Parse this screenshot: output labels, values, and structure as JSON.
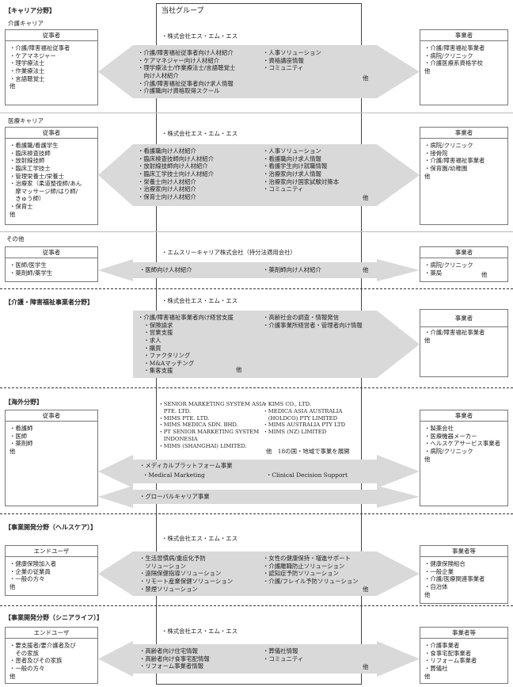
{
  "group_title": "当社グループ",
  "sections": [
    {
      "title": "【キャリア分野】",
      "sub": "介護キャリア",
      "company": "・株式会社エス・エム・エス",
      "left": {
        "head": "従事者",
        "items": [
          "・介護/障害福祉従事者",
          "・ケアマネジャー",
          "・理学療法士",
          "・作業療法士",
          "・言語聴覚士",
          "他"
        ]
      },
      "right": {
        "head": "事業者",
        "items": [
          "・介護/障害福祉事業者",
          "・病院/クリニック",
          "・介護医療系資格学校",
          "他"
        ]
      },
      "col1": [
        "・介護/障害福祉従事者向け人材紹介",
        "・ケアマネジャー向け人材紹介",
        "・理学療法士/作業療法士/言語聴覚士",
        "　向け人材紹介",
        "・介護/障害福祉従事者向け求人情報",
        "・介護職向け資格取得スクール"
      ],
      "col2": [
        "・人事ソリューション",
        "・資格講座情報",
        "・コミュニティ"
      ],
      "etc": "他"
    },
    {
      "sub": "医療キャリア",
      "company": "・株式会社エス・エム・エス",
      "left": {
        "head": "従事者",
        "items": [
          "・看護職/看護学生",
          "・臨床検査技師",
          "・放射線技師",
          "・臨床工学技士",
          "・管理栄養士/栄養士",
          "・治療家（柔道整復師/あん",
          "　摩マッサージ師/はり師/",
          "　きゅう師）",
          "・保育士",
          "他"
        ]
      },
      "right": {
        "head": "事業者",
        "items": [
          "・病院/クリニック",
          "・接骨院",
          "・介護/障害福祉事業者",
          "・保育園/幼稚園",
          "他"
        ]
      },
      "col1": [
        "・看護職向け人材紹介",
        "・臨床検査技師向け人材紹介",
        "・放射線技師向け人材紹介",
        "・臨床工学技士向け人材紹介",
        "・栄養士向け人材紹介",
        "・治療家向け人材紹介",
        "・保育士向け人材紹介"
      ],
      "col2": [
        "・人事ソリューション",
        "・看護職向け求人情報",
        "・看護学生向け就職情報",
        "・治療家向け求人情報",
        "・治療家向け国家試験対策本",
        "・コミュニティ"
      ],
      "etc": "他"
    },
    {
      "sub": "その他",
      "company": "・エムスリーキャリア株式会社（持分法適用会社）",
      "left": {
        "head": "従事者",
        "items": [
          "・医師/医学生",
          "・薬剤師/薬学生"
        ]
      },
      "right": {
        "head": "事業者",
        "items": [
          "・病院/クリニック",
          "・薬局"
        ],
        "etc": "他"
      },
      "col1": [
        "・医師向け人材紹介"
      ],
      "col2": [
        "・薬剤師向け人材紹介"
      ],
      "etc": "他"
    },
    {
      "title": "【介護・障害福祉事業者分野】",
      "company": "・株式会社エス・エム・エス",
      "right": {
        "head": "事業者",
        "items": [
          "・介護/障害福祉事業者",
          "他"
        ]
      },
      "col1": [
        "・介護/障害福祉事業者向け経営支援",
        "　・保険請求",
        "　・営業支援",
        "　・求人",
        "　・購買",
        "　・ファクタリング",
        "　・M&Aマッチング",
        "　・集客支援"
      ],
      "col2": [
        "・高齢社会の調査・情報発信",
        "・介護事業所経営者・管理者向け情報"
      ],
      "etc": "他"
    },
    {
      "title": "【海外分野】",
      "left": {
        "head": "従事者",
        "items": [
          "・看護師",
          "・医師",
          "・薬剤師",
          "他"
        ]
      },
      "right": {
        "head": "事業者",
        "items": [
          "・製薬会社",
          "・医療機器メーカー",
          "・ヘルスケアサービス事業者",
          "・病院/クリニック",
          "他"
        ]
      },
      "col1": [
        "・SENIOR MARKETING SYSTEM ASIA",
        "　PTE. LTD.",
        "・MIMS PTE. LTD.",
        "・MIMS MEDICA SDN. BHD.",
        "・PT SENIOR MARKETING SYSTEM",
        "　INDONESIA",
        "・MIMS (SHANGHAI) LIMITED."
      ],
      "col2": [
        "・KIMS CO., LTD.",
        "・MEDICA ASIA AUSTRALIA",
        "　(HOLDCO) PTY LIMITED",
        "・MIMS AUSTRALIA PTY LTD",
        "・MIMS (NZ) LIMITED"
      ],
      "col2_extra": "他　18の国・地域で事業を展開",
      "band1_title": "・メディカルプラットフォーム事業",
      "band1_a": "・Medical Marketing",
      "band1_b": "・Clinical Decision Support",
      "band2_title": "・グローバルキャリア事業"
    },
    {
      "title": "【事業開発分野（ヘルスケア）】",
      "company": "・株式会社エス・エム・エス",
      "left": {
        "head": "エンドユーザ",
        "items": [
          "・健康保険加入者",
          "・企業の従業員",
          "・一般の方々",
          "他"
        ]
      },
      "right": {
        "head": "事業者等",
        "items": [
          "・健康保険組合",
          "・一般企業",
          "・介護/医療関連事業者",
          "・自治体",
          "他"
        ]
      },
      "col1": [
        "・生活習慣病/重症化予防",
        "　ソリューション",
        "・遠隔保健指導ソリューション",
        "・リモート産業保健ソリューション",
        "・禁煙ソリューション"
      ],
      "col2": [
        "・女性の健康保持・増進サポート",
        "・介護離職防止ソリューション",
        "・認知症予防ソリューション",
        "・介護/フレイル予防ソリューション"
      ],
      "etc": "他"
    },
    {
      "title": "【事業開発分野（シニアライフ）】",
      "company": "・株式会社エス・エム・エス",
      "left": {
        "head": "エンドユーザ",
        "items": [
          "・要支援者/要介護者及び",
          "　その家族",
          "・患者及びその家族",
          "・一般の方々",
          "他"
        ]
      },
      "right": {
        "head": "事業者等",
        "items": [
          "・介護事業者",
          "・食事宅配事業者",
          "・リフォーム事業者",
          "・葬儀社",
          "他"
        ]
      },
      "col1": [
        "・高齢者向け住宅情報",
        "・高齢者向け食事宅配情報",
        "・リフォーム事業者情報"
      ],
      "col2": [
        "・葬儀社情報",
        "・コミュニティ"
      ],
      "etc": "他"
    }
  ]
}
